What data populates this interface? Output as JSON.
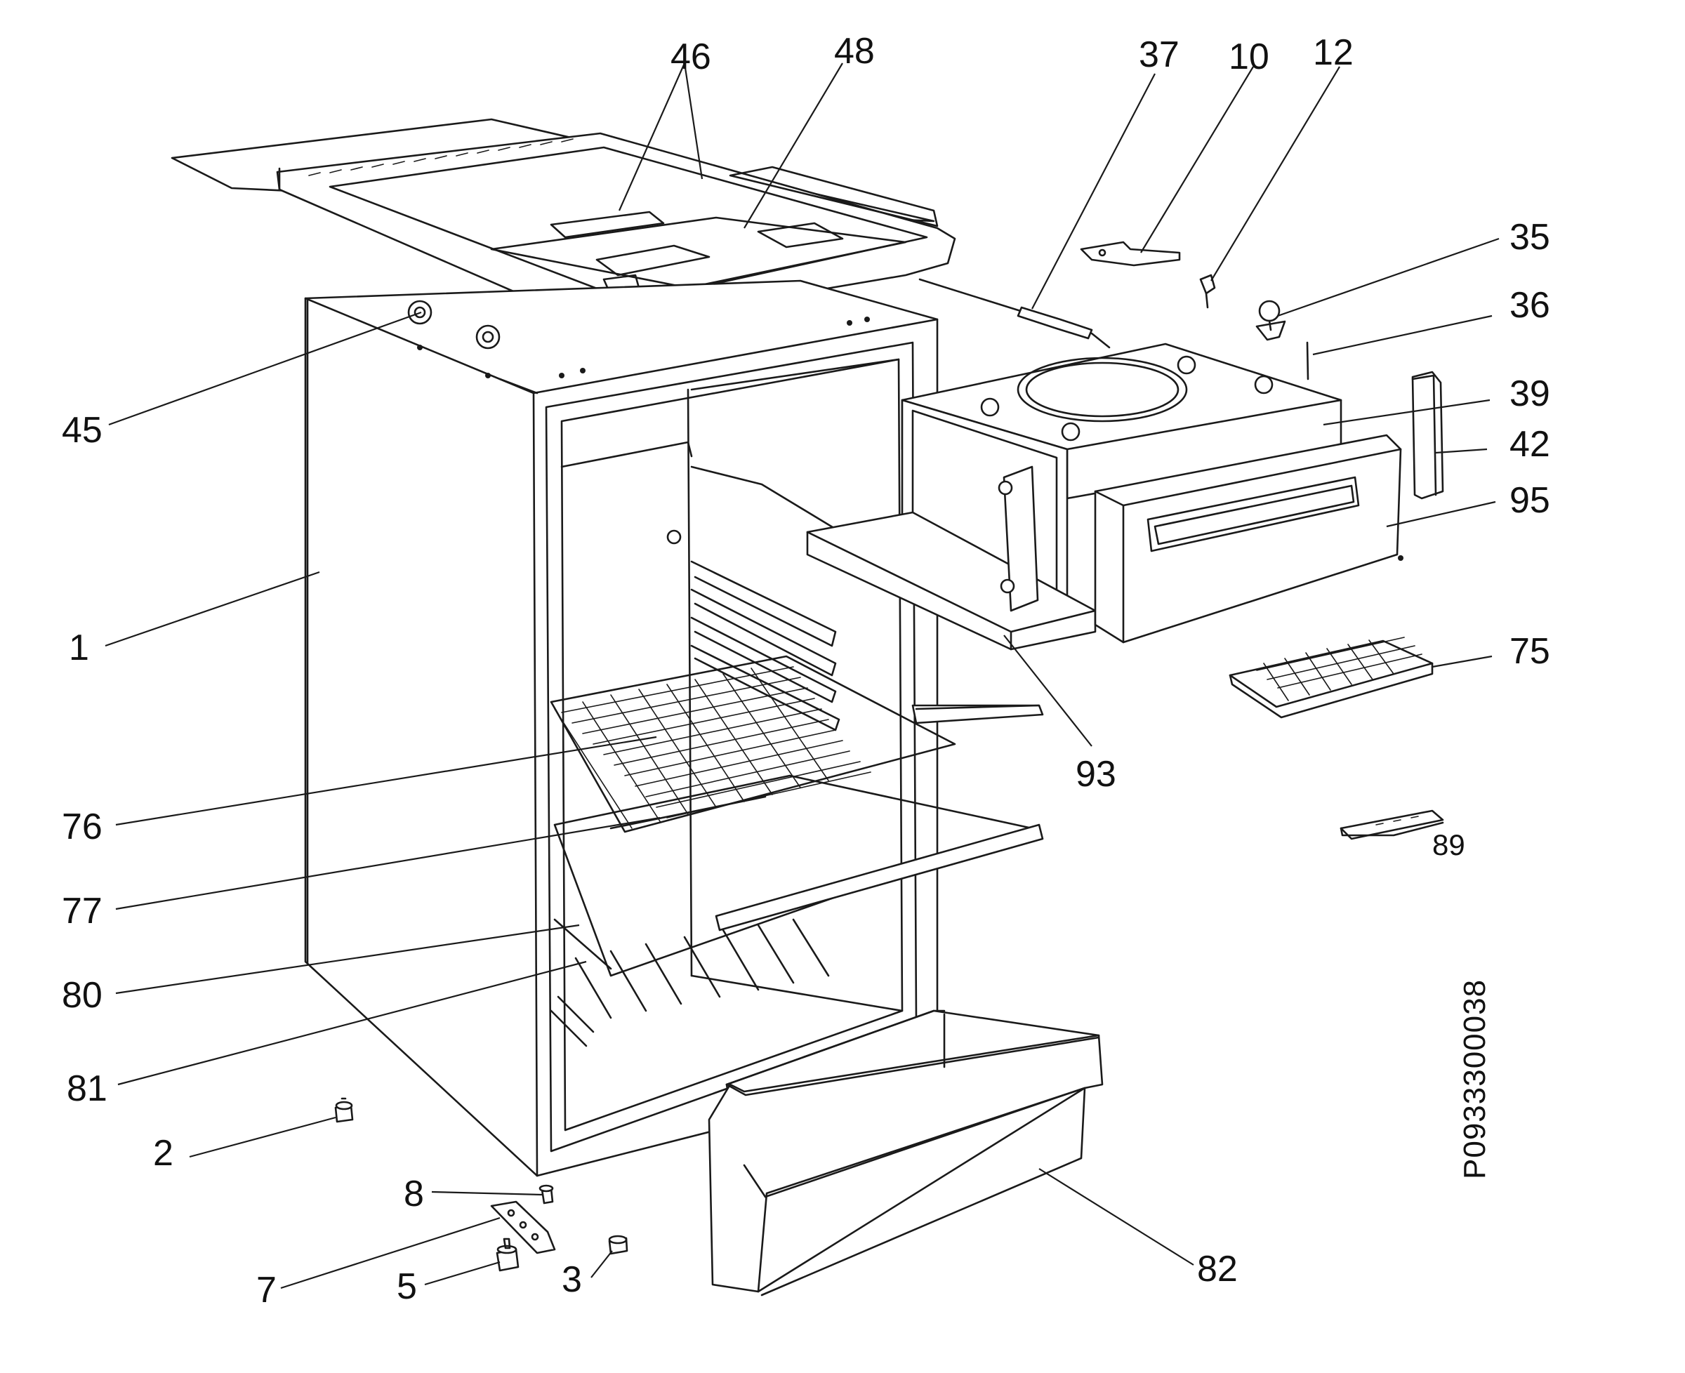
{
  "diagram": {
    "reference_code": "P0933300038",
    "callouts": [
      {
        "id": "46",
        "label": "46"
      },
      {
        "id": "48",
        "label": "48"
      },
      {
        "id": "37",
        "label": "37"
      },
      {
        "id": "10",
        "label": "10"
      },
      {
        "id": "12",
        "label": "12"
      },
      {
        "id": "35",
        "label": "35"
      },
      {
        "id": "36",
        "label": "36"
      },
      {
        "id": "39",
        "label": "39"
      },
      {
        "id": "42",
        "label": "42"
      },
      {
        "id": "95",
        "label": "95"
      },
      {
        "id": "45",
        "label": "45"
      },
      {
        "id": "1",
        "label": "1"
      },
      {
        "id": "75",
        "label": "75"
      },
      {
        "id": "93",
        "label": "93"
      },
      {
        "id": "89",
        "label": "89"
      },
      {
        "id": "76",
        "label": "76"
      },
      {
        "id": "77",
        "label": "77"
      },
      {
        "id": "80",
        "label": "80"
      },
      {
        "id": "81",
        "label": "81"
      },
      {
        "id": "2",
        "label": "2"
      },
      {
        "id": "8",
        "label": "8"
      },
      {
        "id": "7",
        "label": "7"
      },
      {
        "id": "5",
        "label": "5"
      },
      {
        "id": "3",
        "label": "3"
      },
      {
        "id": "82",
        "label": "82"
      }
    ]
  }
}
